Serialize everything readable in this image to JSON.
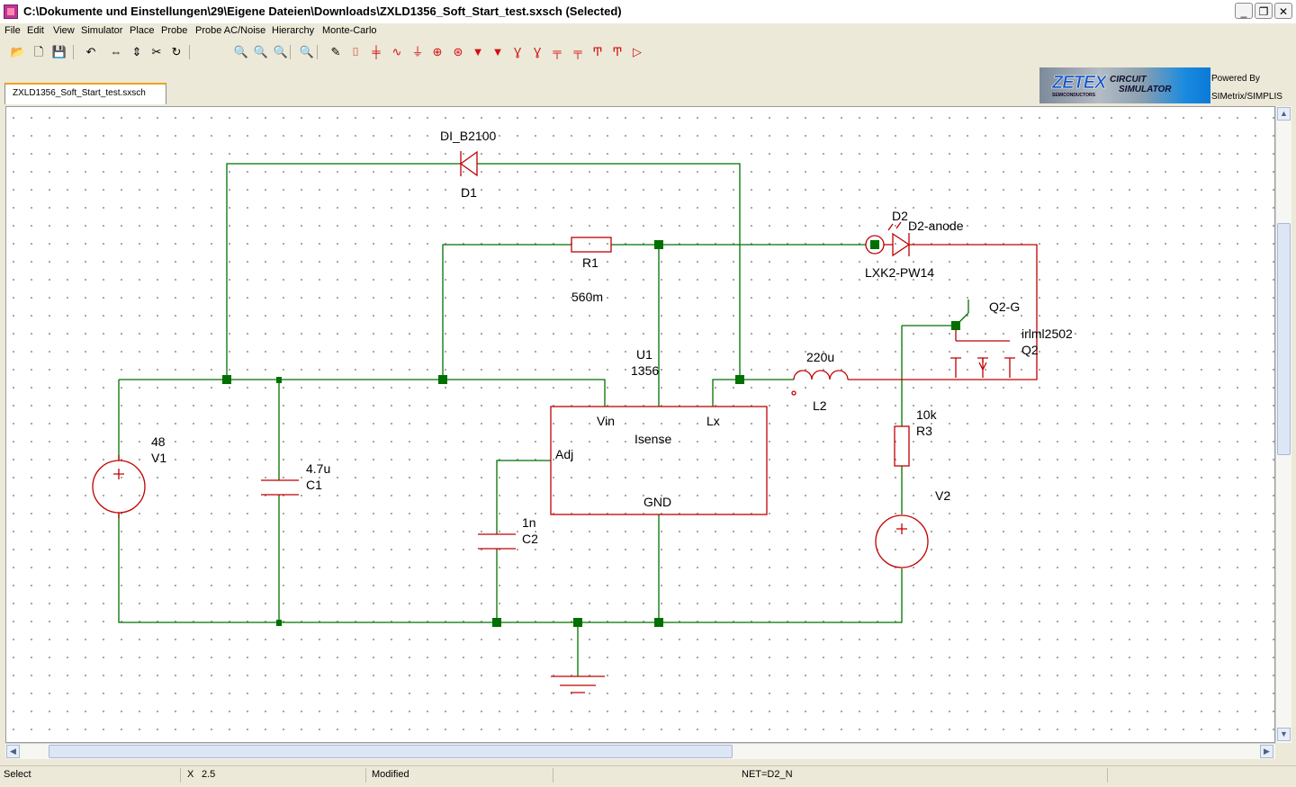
{
  "window": {
    "title": "C:\\Dokumente und Einstellungen\\29\\Eigene Dateien\\Downloads\\ZXLD1356_Soft_Start_test.sxsch (Selected)",
    "minimize": "_",
    "maximize": "❐",
    "close": "✕"
  },
  "menu": [
    "File",
    "Edit",
    "View",
    "Simulator",
    "Place",
    "Probe",
    "Probe AC/Noise",
    "Hierarchy",
    "Monte-Carlo"
  ],
  "toolbar": {
    "icons": [
      "open-folder-icon",
      "new-file-icon",
      "save-disk-icon",
      "undo-icon",
      "flip-horizontal-icon",
      "flip-vertical-icon",
      "cut-icon",
      "rotate-icon",
      "zoom-full-icon",
      "zoom-box-icon",
      "zoom-out-icon",
      "zoom-in-icon",
      "wire-pencil-icon",
      "place-resistor-icon",
      "place-capacitor-icon",
      "place-inductor-icon",
      "place-ground-icon",
      "place-voltage-source-icon",
      "place-current-source-icon",
      "place-diode-icon",
      "place-zener-diode-icon",
      "place-npn-icon",
      "place-pnp-icon",
      "place-nmos-icon",
      "place-pmos-icon",
      "place-terminal-icon",
      "place-probe-icon",
      "place-arrow-icon"
    ],
    "glyphs": [
      "📂",
      "🗋",
      "💾",
      "↶",
      "⇔",
      "⇕",
      "✂",
      "↻",
      "🔍",
      "🔍",
      "🔍",
      "🔍",
      "✎",
      "⌷",
      "╪",
      "∿",
      "⏚",
      "⊕",
      "⊛",
      "▼",
      "▼",
      "Ɣ",
      "Ɣ",
      "╤",
      "╤",
      "Ͳ",
      "Ͳ",
      "▷"
    ]
  },
  "tab": {
    "label": "ZXLD1356_Soft_Start_test.sxsch"
  },
  "branding": {
    "zetex": "ZETEX",
    "zetex_sub": "SEMICONDUCTORS",
    "circuit_simulator_1": "CIRCUIT",
    "circuit_simulator_2": "SIMULATOR",
    "powered_by": "Powered By",
    "simetrix": "SIMetrix/SIMPLIS"
  },
  "schematic": {
    "d1_model": "DI_B2100",
    "d1_ref": "D1",
    "r1_ref": "R1",
    "r1_value": "560m",
    "u1_ref": "U1",
    "u1_part": "1356",
    "u1_vin": "Vin",
    "u1_lx": "Lx",
    "u1_isense": "Isense",
    "u1_adj": "Adj",
    "u1_gnd": "GND",
    "d2_ref": "D2",
    "d2_probe": "D2-anode",
    "d2_model": "LXK2-PW14",
    "q2_probe": "Q2-G",
    "q2_model": "irlml2502",
    "q2_ref": "Q2",
    "l2_value": "220u",
    "l2_ref": "L2",
    "r3_value": "10k",
    "r3_ref": "R3",
    "v1_value": "48",
    "v1_ref": "V1",
    "c1_value": "4.7u",
    "c1_ref": "C1",
    "c2_value": "1n",
    "c2_ref": "C2",
    "v2_ref": "V2"
  },
  "status": {
    "mode": "Select",
    "x_label": "X",
    "x_value": "2.5",
    "state": "Modified",
    "net": "NET=D2_N"
  },
  "colors": {
    "wire": "#007000",
    "component": "#c00000",
    "junction": "#007000"
  }
}
